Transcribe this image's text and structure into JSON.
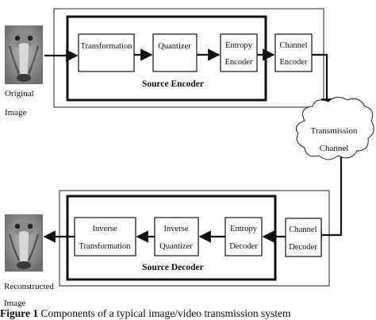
{
  "images": {
    "original": {
      "label_line1": "Original",
      "label_line2": "Image"
    },
    "reconstructed": {
      "label_line1": "Reconstructed",
      "label_line2": "Image"
    }
  },
  "encoder": {
    "group_label": "Source Encoder",
    "blocks": {
      "transformation": "Transformation",
      "quantizer": "Quantizer",
      "entropy_line1": "Entropy",
      "entropy_line2": "Encoder",
      "channel_line1": "Channel",
      "channel_line2": "Encoder"
    }
  },
  "channel": {
    "line1": "Transmission",
    "line2": "Channel"
  },
  "decoder": {
    "group_label": "Source Decoder",
    "blocks": {
      "channel_line1": "Channel",
      "channel_line2": "Decoder",
      "entropy_line1": "Entropy",
      "entropy_line2": "Decoder",
      "inv_quant_line1": "Inverse",
      "inv_quant_line2": "Quantizer",
      "inv_trans_line1": "Inverse",
      "inv_trans_line2": "Transformation"
    }
  },
  "caption": {
    "prefix": "Figure 1",
    "text": " Components of a typical image/video transmission system"
  }
}
